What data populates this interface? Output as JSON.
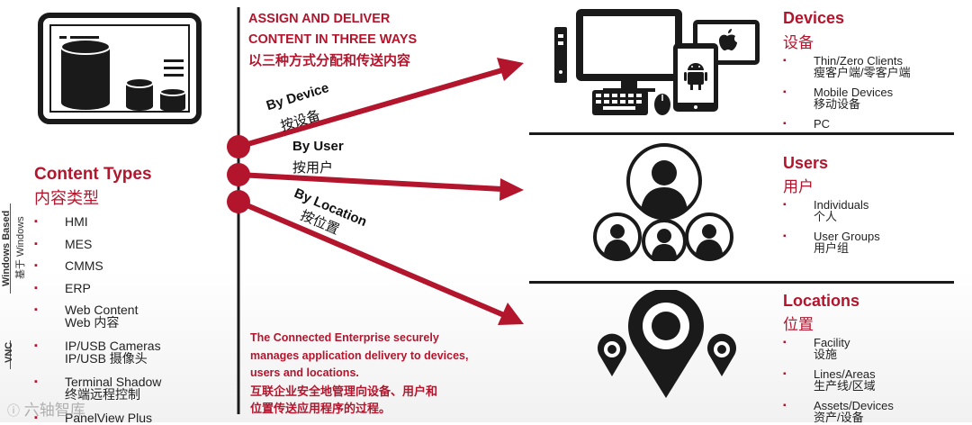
{
  "assign": {
    "title_en_1": "ASSIGN AND DELIVER",
    "title_en_2": "CONTENT IN THREE WAYS",
    "title_cn": "以三种方式分配和传送内容"
  },
  "ways": [
    {
      "en": "By Device",
      "cn": "按设备"
    },
    {
      "en": "By User",
      "cn": "按用户"
    },
    {
      "en": "By Location",
      "cn": "按位置"
    }
  ],
  "content_types": {
    "title_en": "Content Types",
    "title_cn": "内容类型",
    "group_windows": {
      "en": "Windows Based",
      "cn": "基于 Windows"
    },
    "group_vnc": "VNC",
    "items": [
      {
        "line1": "HMI",
        "line2": ""
      },
      {
        "line1": "MES",
        "line2": ""
      },
      {
        "line1": "CMMS",
        "line2": ""
      },
      {
        "line1": "ERP",
        "line2": ""
      },
      {
        "line1": "Web Content",
        "line2": "Web 内容"
      },
      {
        "line1": "IP/USB Cameras",
        "line2": "IP/USB 摄像头"
      },
      {
        "line1": "Terminal Shadow",
        "line2": "终端远程控制"
      },
      {
        "line1": "PanelView Plus",
        "line2": ""
      }
    ]
  },
  "enterprise": {
    "en_1": "The Connected Enterprise securely",
    "en_2": "manages application delivery to devices,",
    "en_3": "users and locations.",
    "cn_1": "互联企业安全地管理向设备、用户和",
    "cn_2": "位置传送应用程序的过程。"
  },
  "devices": {
    "title_en": "Devices",
    "title_cn": "设备",
    "items": [
      {
        "en": "Thin/Zero Clients",
        "cn": "瘦客户端/零客户端"
      },
      {
        "en": "Mobile Devices",
        "cn": "移动设备"
      },
      {
        "en": "PC",
        "cn": ""
      }
    ]
  },
  "users": {
    "title_en": "Users",
    "title_cn": "用户",
    "items": [
      {
        "en": "Individuals",
        "cn": "个人"
      },
      {
        "en": "User Groups",
        "cn": "用户组"
      }
    ]
  },
  "locations": {
    "title_en": "Locations",
    "title_cn": "位置",
    "items": [
      {
        "en": "Facility",
        "cn": "设施"
      },
      {
        "en": "Lines/Areas",
        "cn": "生产线/区域"
      },
      {
        "en": "Assets/Devices",
        "cn": "资产/设备"
      }
    ]
  },
  "watermark": "六轴智库",
  "colors": {
    "accent": "#b3152d",
    "ink": "#1a1a1a"
  },
  "icons": [
    "tablet-database-icon",
    "desktop-computer-icon",
    "tablet-apple-icon",
    "tablet-android-icon",
    "keyboard-icon",
    "mouse-icon",
    "user-icon",
    "user-group-icon",
    "location-pin-icon"
  ]
}
